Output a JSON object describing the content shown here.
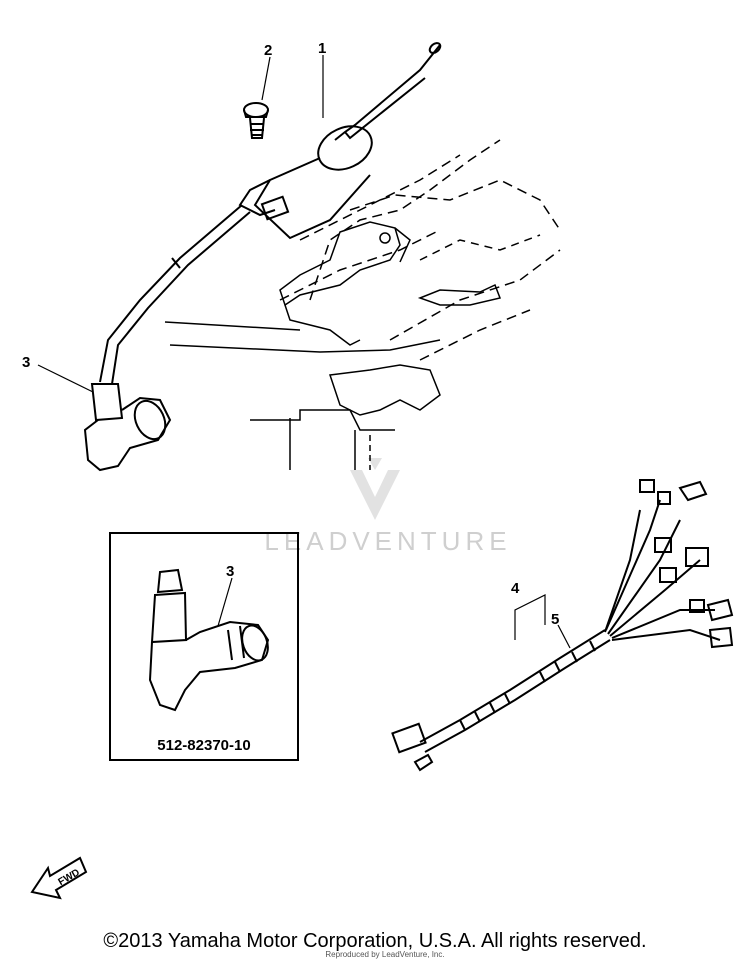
{
  "diagram": {
    "callouts": {
      "ignition_coil": "1",
      "screw": "2",
      "plug_cap": "3",
      "inset_plug_cap": "3",
      "wire_harness": "4",
      "band": "5"
    },
    "inset_part_number": "512-82370-10",
    "fwd_label": "FWD",
    "watermark_text": "LEADVENTURE",
    "small_note": "Reproduced by LeadVenture, Inc."
  },
  "footer": {
    "copyright": "©2013 Yamaha Motor Corporation, U.S.A. All rights reserved."
  }
}
